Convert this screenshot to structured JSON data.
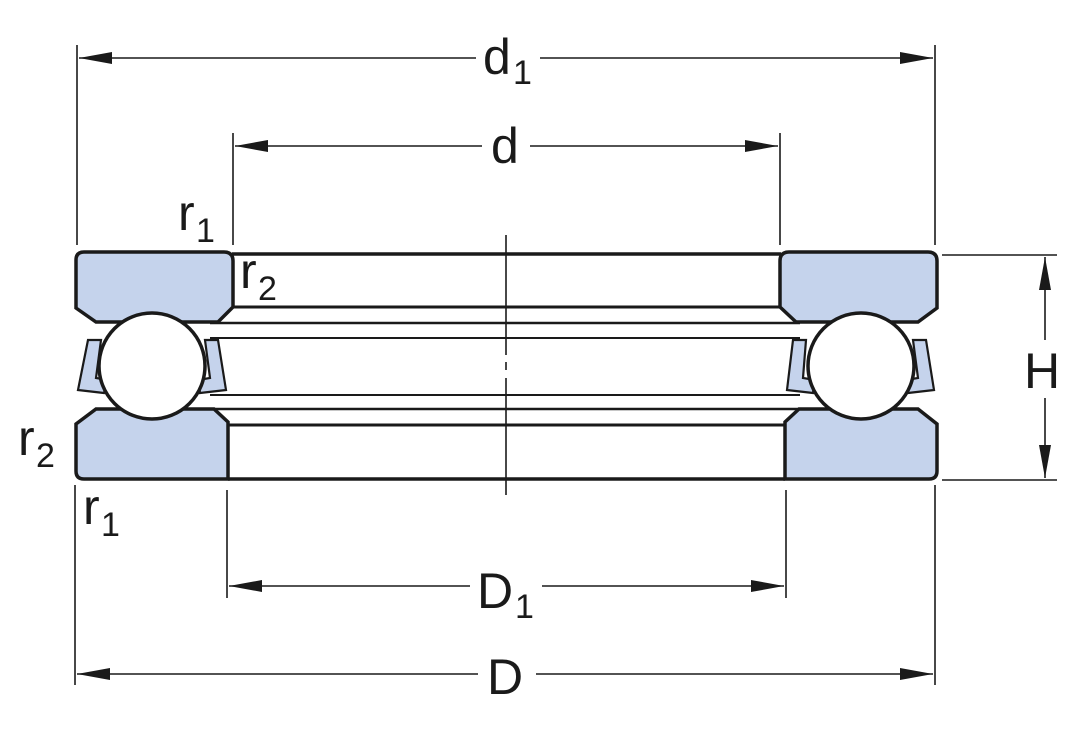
{
  "diagram": {
    "labels": {
      "d1_main": "d",
      "d1_sub": "1",
      "d": "d",
      "D1_main": "D",
      "D1_sub": "1",
      "D": "D",
      "H": "H",
      "r1_top_main": "r",
      "r1_top_sub": "1",
      "r2_top_main": "r",
      "r2_top_sub": "2",
      "r2_left_main": "r",
      "r2_left_sub": "2",
      "r1_bottom_main": "r",
      "r1_bottom_sub": "1"
    },
    "colors": {
      "ring_fill": "#c5d3ec",
      "line": "#1a1a1a",
      "ball_fill": "#ffffff"
    }
  }
}
